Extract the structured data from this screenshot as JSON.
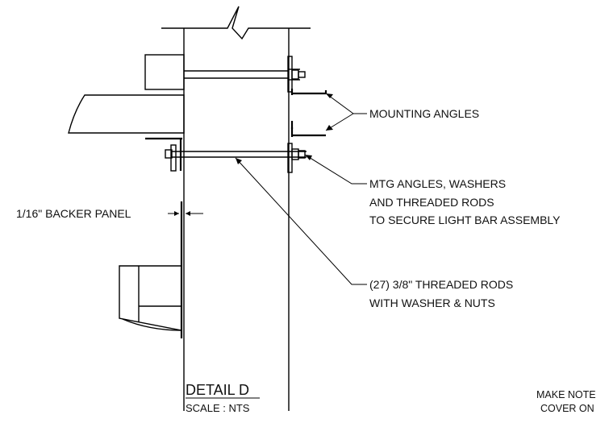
{
  "callouts": {
    "mounting_angles": "MOUNTING ANGLES",
    "mtg_angles_line1": "MTG ANGLES, WASHERS",
    "mtg_angles_line2": "AND THREADED RODS",
    "mtg_angles_line3": "TO SECURE LIGHT BAR ASSEMBLY",
    "backer_panel": "1/16\" BACKER PANEL",
    "threaded_rods_line1": "(27) 3/8\" THREADED RODS",
    "threaded_rods_line2": "WITH WASHER & NUTS"
  },
  "title_block": {
    "title": "DETAIL D",
    "scale": "SCALE : NTS"
  },
  "notes": {
    "line1": "MAKE NOTE",
    "line2": "COVER ON"
  }
}
